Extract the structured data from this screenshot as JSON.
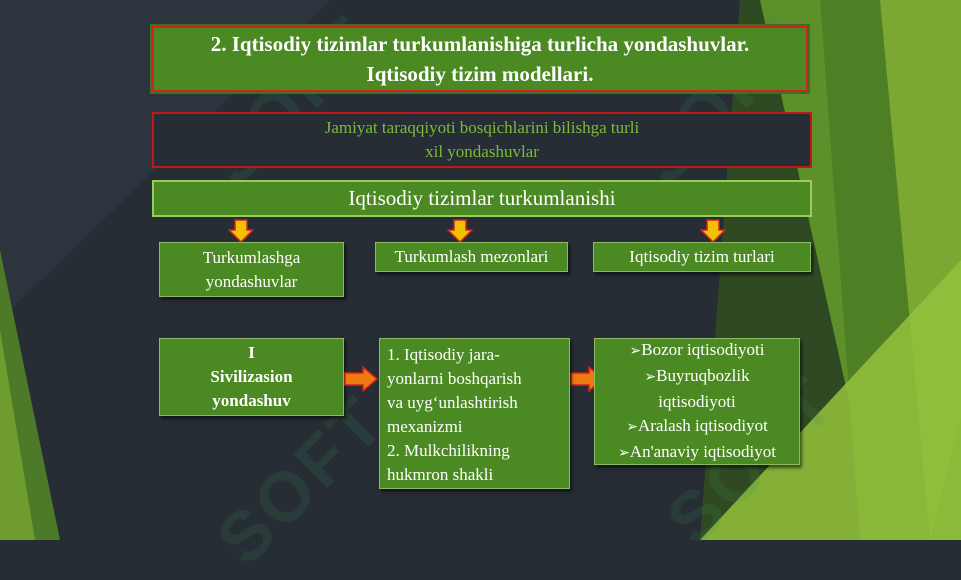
{
  "title": {
    "line1": "2. Iqtisodiy tizimlar turkumlanishiga turlicha yondashuvlar.",
    "line2": "Iqtisodiy tizim modellari."
  },
  "subtitle": {
    "line1": "Jamiyat taraqqiyoti bosqichlarini bilishga turli",
    "line2": "xil yondashuvlar"
  },
  "main_box": "Iqtisodiy tizimlar turkumlanishi",
  "columns": [
    {
      "header_line1": "Turkumlashga",
      "header_line2": "yondashuvlar"
    },
    {
      "header": "Turkumlash mezonlari"
    },
    {
      "header": "Iqtisodiy tizim turlari"
    }
  ],
  "approach": {
    "line1": "I",
    "line2": "Sivilizasion",
    "line3": "yondashuv"
  },
  "criteria": {
    "lines": [
      "1. Iqtisodiy jara-",
      "yonlarni boshqarish",
      "va uyg‘unlashtirish",
      "mexanizmi",
      "2. Mulkchilikning",
      "hukmron shakli"
    ]
  },
  "types": {
    "bullet": "➢",
    "items": [
      "Bozor iqtisodiyoti",
      "Buyruqbozlik",
      "iqtisodiyoti",
      "Aralash iqtisodiyot",
      "An'anaviy iqtisodiyot"
    ]
  },
  "watermark": "SOFT",
  "colors": {
    "box_green": "#4b8a22",
    "border_red": "#d42020",
    "arrow_yellow": "#f2c200",
    "arrow_orange": "#f07a10",
    "background": "#262d35"
  }
}
